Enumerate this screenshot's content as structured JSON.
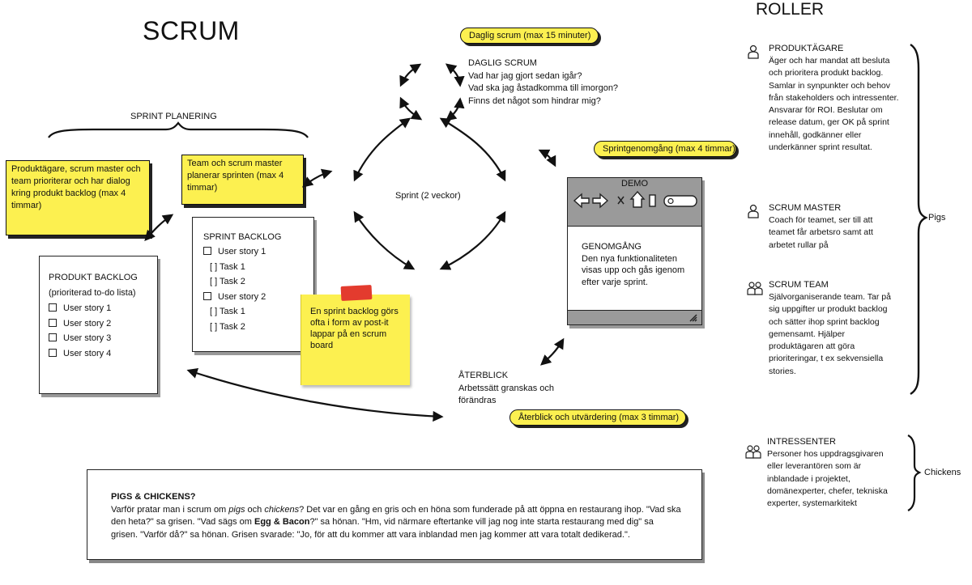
{
  "title": "SCRUM",
  "roles_title": "ROLLER",
  "sprint_planning": {
    "heading": "SPRINT PLANERING",
    "note_product_owner": "Produktägare, scrum master och team prioriterar och har dialog kring produkt backlog (max 4 timmar)",
    "note_team": "Team och scrum master planerar sprinten (max 4 timmar)"
  },
  "daily_scrum": {
    "pill": "Daglig scrum (max 15 minuter)",
    "title": "DAGLIG SCRUM",
    "questions": [
      "Vad har jag gjort sedan igår?",
      "Vad ska jag åstadkomma till imorgon?",
      "Finns det något som hindrar mig?"
    ]
  },
  "sprint_label": "Sprint (2 veckor)",
  "review": {
    "pill": "Sprintgenomgång (max 4 timmar)",
    "demo_title": "DEMO",
    "heading": "GENOMGÅNG",
    "text": "Den nya funktionaliteten visas upp och gås igenom efter varje sprint."
  },
  "retrospective": {
    "heading": "ÅTERBLICK",
    "text": "Arbetssätt granskas och förändras",
    "pill": "Återblick och utvärdering (max 3 timmar)"
  },
  "product_backlog": {
    "title": "PRODUKT BACKLOG",
    "subtitle": "(prioriterad to-do lista)",
    "items": [
      "User story 1",
      "User story 2",
      "User story 3",
      "User story 4"
    ]
  },
  "sprint_backlog": {
    "title": "SPRINT BACKLOG",
    "rows": [
      {
        "kind": "story",
        "label": "User story 1"
      },
      {
        "kind": "task",
        "label": "[ ] Task 1"
      },
      {
        "kind": "task",
        "label": "[ ] Task 2"
      },
      {
        "kind": "story",
        "label": "User story 2"
      },
      {
        "kind": "task",
        "label": "[ ] Task 1"
      },
      {
        "kind": "task",
        "label": "[ ] Task 2"
      }
    ],
    "postit": "En sprint backlog görs ofta i form av post-it lappar på en scrum board"
  },
  "roles": [
    {
      "title": "PRODUKTÄGARE",
      "icon": "person-icon",
      "text": "Äger och har mandat att besluta och prioritera produkt backlog. Samlar in synpunkter och behov från stakeholders och intressenter. Ansvarar för ROI. Beslutar om release datum, ger OK på sprint innehåll, godkänner eller underkänner sprint resultat."
    },
    {
      "title": "SCRUM MASTER",
      "icon": "person-icon",
      "text": "Coach för teamet, ser till att teamet får arbetsro samt att arbetet rullar på"
    },
    {
      "title": "SCRUM TEAM",
      "icon": "group-icon",
      "text": "Självorganiserande team. Tar på sig uppgifter ur produkt backlog och sätter ihop sprint backlog gemensamt. Hjälper produktägaren att göra prioriteringar, t ex sekvensiella stories."
    },
    {
      "title": "INTRESSENTER",
      "icon": "group-icon",
      "text": "Personer hos uppdragsgivaren eller leverantören som är inblandade i projektet, domänexperter, chefer,  tekniska experter, systemarkitekt"
    }
  ],
  "pigs_label": "Pigs",
  "chickens_label": "Chickens",
  "pigs_chickens": {
    "title": "PIGS & CHICKENS?",
    "p1": "Varför pratar man i scrum om ",
    "p1_em1": "pigs",
    "p1_mid": " och ",
    "p1_em2": "chickens",
    "p1_rest": "? Det var en gång en gris och en höna som funderade på att öppna en restaurang ihop. \"Vad ska den heta?\" sa grisen. \"Vad sägs om ",
    "p1_bold": "Egg & Bacon",
    "p1_end": "?\" sa hönan. \"Hm, vid närmare eftertanke vill jag nog inte starta restaurang med dig\" sa grisen. \"Varför då?\" sa hönan. Grisen svarade: \"Jo, för att du kommer att vara inblandad men jag kommer att vara totalt dedikerad.\"."
  },
  "colors": {
    "note_yellow": "#fcf050",
    "ink": "#111111",
    "demo_bar": "#9a9a9a"
  }
}
